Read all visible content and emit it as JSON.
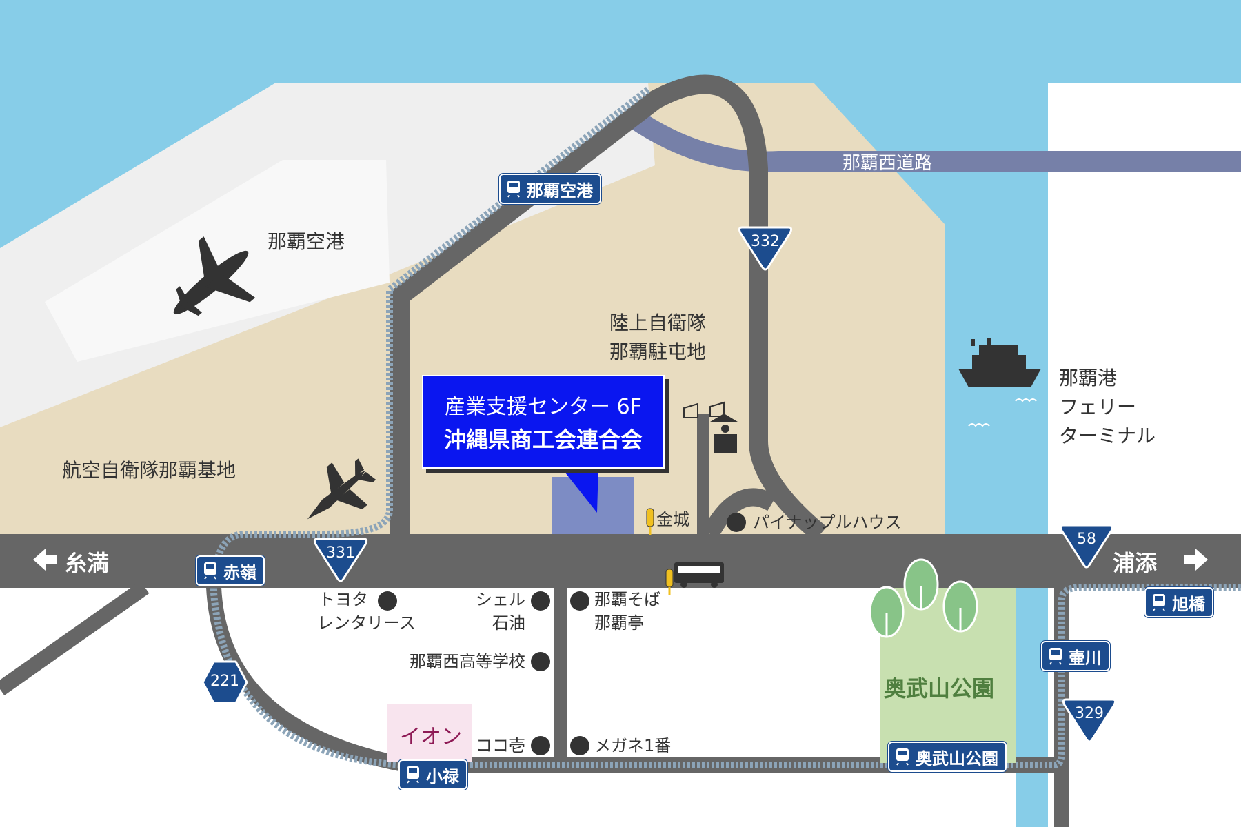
{
  "map": {
    "colors": {
      "sea": "#87cde8",
      "land": "#e8dcc0",
      "airport": "#efefef",
      "runway": "#f8f8f8",
      "road": "#666666",
      "expressway": "#7680a8",
      "rail": "#8ca4b8",
      "park": "#c8e0b0",
      "station_bg": "#1c4c8e",
      "callout_bg": "#0a16f0",
      "aeon_bg": "#f8e4ee",
      "poi": "#333333",
      "bus_stop": "#f0c020",
      "building": "#7d8cc4"
    },
    "areas": {
      "airport": "那覇空港",
      "asdf_base": "航空自衛隊那覇基地",
      "gsdf_line1": "陸上自衛隊",
      "gsdf_line2": "那覇駐屯地",
      "port_line1": "那覇港",
      "port_line2": "フェリー",
      "port_line3": "ターミナル",
      "park": "奥武山公園"
    },
    "roads": {
      "expressway": "那覇西道路",
      "route_332": "332",
      "route_331": "331",
      "route_58": "58",
      "route_221": "221",
      "route_329": "329"
    },
    "directions": {
      "left": "糸満",
      "right": "浦添"
    },
    "stations": {
      "naha_airport": "那覇空港",
      "akamine": "赤嶺",
      "oroku": "小禄",
      "onoyama": "奥武山公園",
      "tsubogawa": "壷川",
      "asahibashi": "旭橋"
    },
    "bus_stop": "金城",
    "callout": {
      "line1": "産業支援センター 6F",
      "line2": "沖縄県商工会連合会"
    },
    "pois": {
      "pineapple_house": "パイナップルハウス",
      "toyota_line1": "トヨタ",
      "toyota_line2": "レンタリース",
      "shell_line1": "シェル",
      "shell_line2": "石油",
      "soba_line1": "那覇そば",
      "soba_line2": "那覇亭",
      "high_school": "那覇西高等学校",
      "coco_ichi": "ココ壱",
      "megane": "メガネ1番",
      "aeon": "イオン"
    },
    "icons": [
      "airplane-icon",
      "fighter-jet-icon",
      "ship-icon",
      "bus-icon",
      "train-icon",
      "tree-icon",
      "arrow-left-icon",
      "arrow-right-icon",
      "route-shield-icon",
      "watchtower-icon"
    ]
  }
}
